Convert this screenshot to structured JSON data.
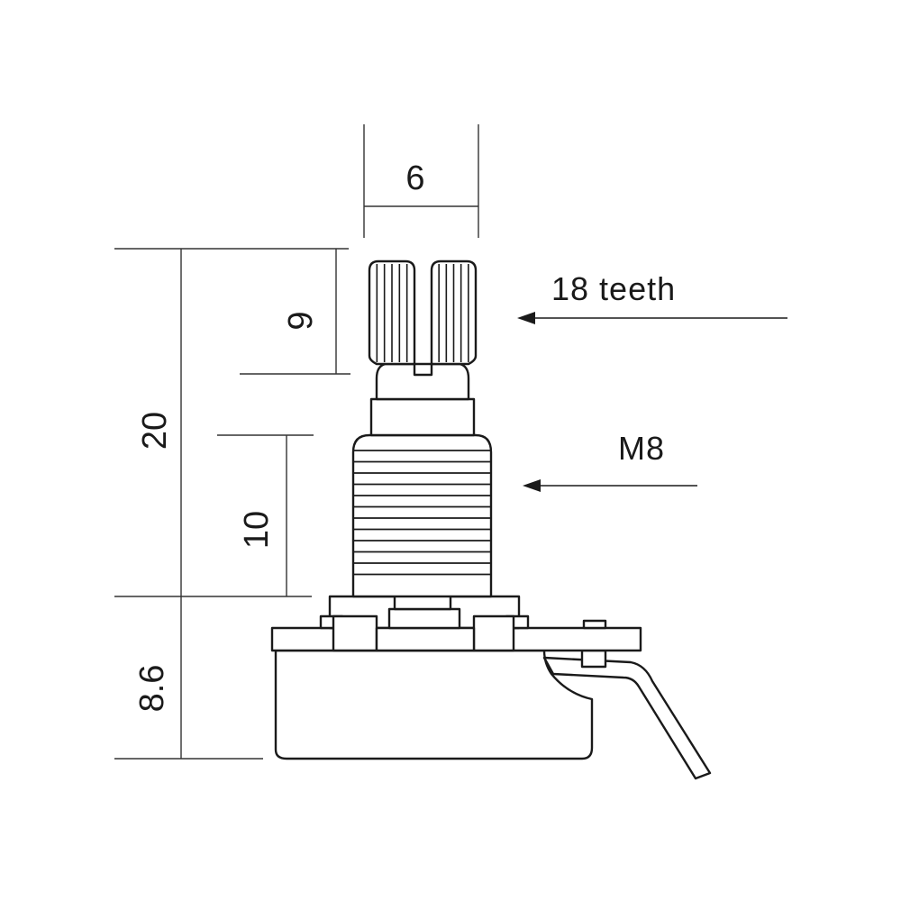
{
  "dimensions": {
    "shaft_diameter": "6",
    "knurl_length": "9",
    "total_height": "20",
    "thread_length": "10",
    "body_height": "8.6"
  },
  "callouts": {
    "knurl": "18 teeth",
    "thread": "M8"
  },
  "colors": {
    "line": "#1a1a1a",
    "dim_line": "#333333",
    "background": "#ffffff"
  }
}
